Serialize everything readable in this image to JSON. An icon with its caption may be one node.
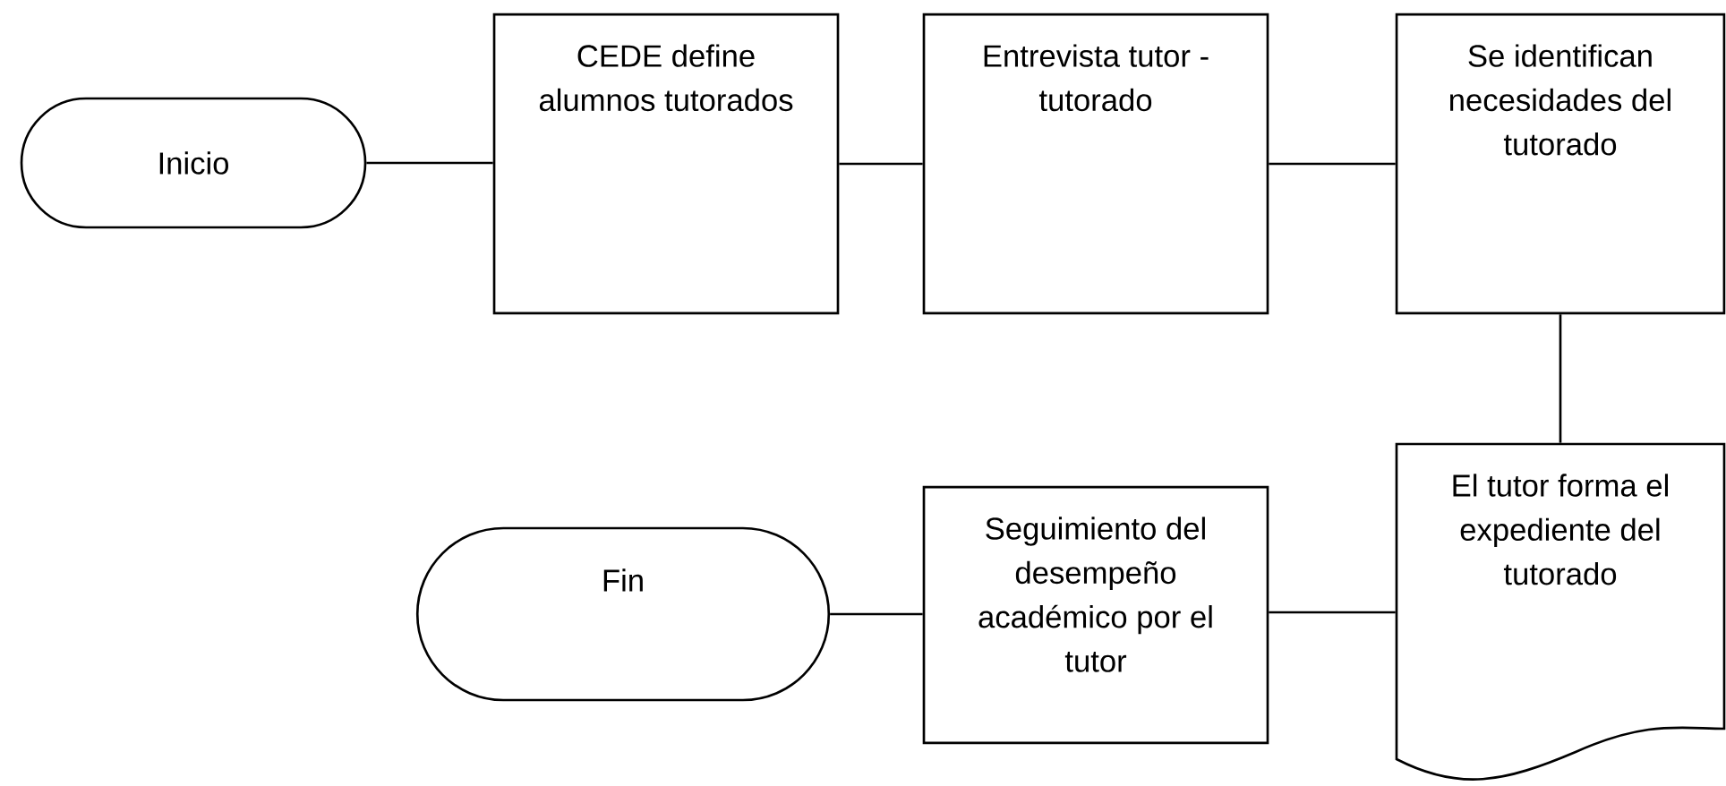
{
  "diagram": {
    "nodes": [
      {
        "text": [
          "Inicio"
        ]
      },
      {
        "text": [
          "CEDE define alumnos tutorados"
        ]
      },
      {
        "text": [
          "Entrevista tutor - tutorado"
        ]
      },
      {
        "text": [
          "Se identifican necesidades del tutorado"
        ]
      },
      {
        "text": [
          "El tutor forma el expediente del tutorado"
        ]
      },
      {
        "text": [
          "Seguimiento del desempeño académico por el tutor"
        ]
      },
      {
        "text": [
          "Fin"
        ]
      }
    ],
    "edges": [
      {
        "from": 0,
        "to": 1,
        "arrow": "none"
      },
      {
        "from": 1,
        "to": 2,
        "arrow": "none"
      },
      {
        "from": 2,
        "to": 3,
        "arrow": "none"
      },
      {
        "from": 3,
        "to": 4,
        "arrow": "none"
      },
      {
        "from": 4,
        "to": 5,
        "arrow": "none"
      },
      {
        "from": 5,
        "to": 6,
        "arrow": "none"
      }
    ]
  }
}
